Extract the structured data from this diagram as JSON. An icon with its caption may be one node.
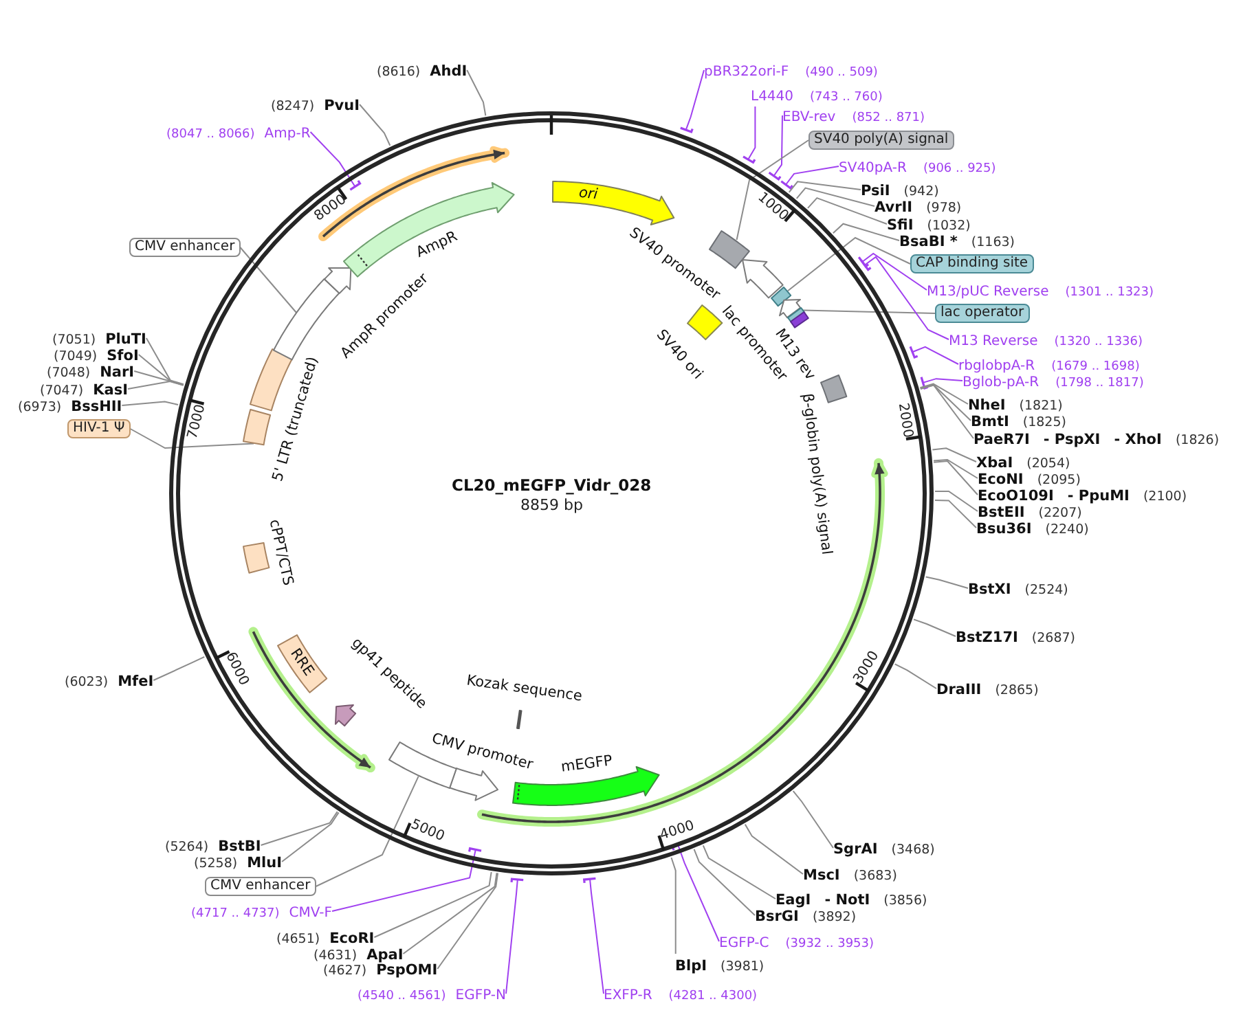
{
  "diagram": {
    "title": "CL20_mEGFP_Vidr_028",
    "nodes": [
      {
        "text": [],
        "shape": "circle"
      },
      {
        "text": [
          "ori"
        ],
        "in": 0
      },
      {
        "text": [],
        "shape": "box",
        "in": 0
      },
      {
        "text": [
          "SV40 promoter"
        ],
        "in": 0
      },
      {
        "text": [
          "SV40 ori"
        ],
        "in": 0
      },
      {
        "text": [],
        "shape": "box",
        "in": 0
      },
      {
        "text": [
          "lac promoter"
        ],
        "in": 0
      },
      {
        "text": [],
        "shape": "box",
        "in": 0
      },
      {
        "text": [
          "M13 rev"
        ],
        "in": 0
      },
      {
        "text": [
          "β-globin poly(A) signal"
        ],
        "in": 0
      },
      {
        "text": [
          "mEGFP"
        ],
        "in": 0
      },
      {
        "text": [
          "Kozak sequence"
        ],
        "in": 0
      },
      {
        "text": [
          "CMV promoter"
        ],
        "in": 0
      },
      {
        "text": [],
        "shape": "box",
        "in": 0
      },
      {
        "text": [
          "gp41 peptide"
        ],
        "in": 0
      },
      {
        "text": [
          "RRE"
        ],
        "in": 0
      },
      {
        "text": [
          "cPPT/CTS"
        ],
        "in": 0
      },
      {
        "text": [],
        "shape": "box",
        "in": 0
      },
      {
        "text": [
          "5' LTR (truncated)"
        ],
        "in": 0
      },
      {
        "text": [],
        "shape": "box",
        "in": 0
      },
      {
        "text": [
          "AmpR promoter"
        ],
        "in": 0
      },
      {
        "text": [
          "AmpR"
        ],
        "in": 0
      },
      {
        "text": [
          "pBR322ori-F",
          "(490 .. 509)"
        ]
      },
      {
        "text": [
          "L4440",
          "(743 .. 760)"
        ]
      },
      {
        "text": [
          "EBV-rev",
          "(852 .. 871)"
        ]
      },
      {
        "text": [
          "SV40 poly(A) signal"
        ]
      },
      {
        "text": [
          "SV40pA-R",
          "(906 .. 925)"
        ]
      },
      {
        "text": [
          "PsiI",
          "(942)"
        ]
      },
      {
        "text": [
          "AvrII",
          "(978)"
        ]
      },
      {
        "text": [
          "SfiI",
          "(1032)"
        ]
      },
      {
        "text": [
          "BsaBI *",
          "(1163)"
        ]
      },
      {
        "text": [
          "CAP binding site"
        ]
      },
      {
        "text": [
          "M13/pUC Reverse",
          "(1301 .. 1323)"
        ]
      },
      {
        "text": [
          "lac operator"
        ]
      },
      {
        "text": [
          "M13 Reverse",
          "(1320 .. 1336)"
        ]
      },
      {
        "text": [
          "rbglobpA-R",
          "(1679 .. 1698)"
        ]
      },
      {
        "text": [
          "Bglob-pA-R",
          "(1798 .. 1817)"
        ]
      },
      {
        "text": [
          "NheI",
          "(1821)"
        ]
      },
      {
        "text": [
          "BmtI",
          "(1825)"
        ]
      },
      {
        "text": [
          "PaeR7I",
          "- PspXI",
          "- XhoI",
          "(1826)"
        ]
      },
      {
        "text": [
          "XbaI",
          "(2054)"
        ]
      },
      {
        "text": [
          "EcoNI",
          "(2095)"
        ]
      },
      {
        "text": [
          "EcoO109I",
          "- PpuMI",
          "(2100)"
        ]
      },
      {
        "text": [
          "BstEII",
          "(2207)"
        ]
      },
      {
        "text": [
          "Bsu36I",
          "(2240)"
        ]
      },
      {
        "text": [
          "BstXI",
          "(2524)"
        ]
      },
      {
        "text": [
          "BstZ17I",
          "(2687)"
        ]
      },
      {
        "text": [
          "DraIII",
          "(2865)"
        ]
      },
      {
        "text": [
          "SgrAI",
          "(3468)"
        ]
      },
      {
        "text": [
          "MscI",
          "(3683)"
        ]
      },
      {
        "text": [
          "EagI",
          "- NotI",
          "(3856)"
        ]
      },
      {
        "text": [
          "BsrGI",
          "(3892)"
        ]
      },
      {
        "text": [
          "EGFP-C",
          "(3932 .. 3953)"
        ]
      },
      {
        "text": [
          "BlpI",
          "(3981)"
        ]
      },
      {
        "text": [
          "EXFP-R",
          "(4281 .. 4300)"
        ]
      },
      {
        "text": [
          "(4540 .. 4561)",
          "EGFP-N"
        ]
      },
      {
        "text": [
          "(4627)",
          "PspOMI"
        ]
      },
      {
        "text": [
          "(4631)",
          "ApaI"
        ]
      },
      {
        "text": [
          "(4651)",
          "EcoRI"
        ]
      },
      {
        "text": [
          "(4717 .. 4737)",
          "CMV-F"
        ]
      },
      {
        "text": [
          "CMV enhancer"
        ]
      },
      {
        "text": [
          "(5258)",
          "MluI"
        ]
      },
      {
        "text": [
          "(5264)",
          "BstBI"
        ]
      },
      {
        "text": [
          "(6023)",
          "MfeI"
        ]
      },
      {
        "text": [
          "HIV-1 Ψ"
        ]
      },
      {
        "text": [
          "(6973)",
          "BssHII"
        ]
      },
      {
        "text": [
          "(7047)",
          "KasI"
        ]
      },
      {
        "text": [
          "(7048)",
          "NarI"
        ]
      },
      {
        "text": [
          "(7049)",
          "SfoI"
        ]
      },
      {
        "text": [
          "(7051)",
          "PluTI"
        ]
      },
      {
        "text": [
          "CMV enhancer"
        ]
      },
      {
        "text": [
          "(8047 .. 8066)",
          "Amp-R"
        ]
      },
      {
        "text": [
          "(8247)",
          "PvuI"
        ]
      },
      {
        "text": [
          "(8616)",
          "AhdI"
        ]
      }
    ],
    "edges": [
      {
        "from": 22,
        "to": 0,
        "arrow": "other",
        "color": "#a040f0"
      },
      {
        "from": 23,
        "to": 0,
        "arrow": "other",
        "color": "#a040f0"
      },
      {
        "from": 24,
        "to": 0,
        "arrow": "other",
        "color": "#a040f0"
      },
      {
        "from": 25,
        "to": 2,
        "arrow": "none"
      },
      {
        "from": 26,
        "to": 0,
        "arrow": "other",
        "color": "#a040f0"
      },
      {
        "from": 27,
        "to": 0,
        "arrow": "none"
      },
      {
        "from": 28,
        "to": 0,
        "arrow": "none"
      },
      {
        "from": 29,
        "to": 0,
        "arrow": "none"
      },
      {
        "from": 30,
        "to": 0,
        "arrow": "none"
      },
      {
        "from": 31,
        "to": 5,
        "arrow": "none"
      },
      {
        "from": 32,
        "to": 0,
        "arrow": "other",
        "color": "#a040f0"
      },
      {
        "from": 33,
        "to": 7,
        "arrow": "none"
      },
      {
        "from": 34,
        "to": 0,
        "arrow": "other",
        "color": "#a040f0"
      },
      {
        "from": 35,
        "to": 0,
        "arrow": "other",
        "color": "#a040f0"
      },
      {
        "from": 36,
        "to": 0,
        "arrow": "other",
        "color": "#a040f0"
      },
      {
        "from": 37,
        "to": 0,
        "arrow": "none"
      },
      {
        "from": 38,
        "to": 0,
        "arrow": "none"
      },
      {
        "from": 39,
        "to": 0,
        "arrow": "none"
      },
      {
        "from": 40,
        "to": 0,
        "arrow": "none"
      },
      {
        "from": 41,
        "to": 0,
        "arrow": "none"
      },
      {
        "from": 42,
        "to": 0,
        "arrow": "none"
      },
      {
        "from": 43,
        "to": 0,
        "arrow": "none"
      },
      {
        "from": 44,
        "to": 0,
        "arrow": "none"
      },
      {
        "from": 45,
        "to": 0,
        "arrow": "none"
      },
      {
        "from": 46,
        "to": 0,
        "arrow": "none"
      },
      {
        "from": 47,
        "to": 0,
        "arrow": "none"
      },
      {
        "from": 48,
        "to": 0,
        "arrow": "none"
      },
      {
        "from": 49,
        "to": 0,
        "arrow": "none"
      },
      {
        "from": 50,
        "to": 0,
        "arrow": "none"
      },
      {
        "from": 51,
        "to": 0,
        "arrow": "none"
      },
      {
        "from": 52,
        "to": 0,
        "arrow": "other",
        "color": "#a040f0"
      },
      {
        "from": 53,
        "to": 0,
        "arrow": "none"
      },
      {
        "from": 54,
        "to": 0,
        "arrow": "other",
        "color": "#a040f0"
      },
      {
        "from": 55,
        "to": 0,
        "arrow": "other",
        "color": "#a040f0"
      },
      {
        "from": 56,
        "to": 0,
        "arrow": "none"
      },
      {
        "from": 57,
        "to": 0,
        "arrow": "none"
      },
      {
        "from": 58,
        "to": 0,
        "arrow": "none"
      },
      {
        "from": 59,
        "to": 0,
        "arrow": "other",
        "color": "#a040f0"
      },
      {
        "from": 60,
        "to": 13,
        "arrow": "none"
      },
      {
        "from": 61,
        "to": 0,
        "arrow": "none"
      },
      {
        "from": 62,
        "to": 0,
        "arrow": "none"
      },
      {
        "from": 63,
        "to": 0,
        "arrow": "none"
      },
      {
        "from": 64,
        "to": 17,
        "arrow": "none"
      },
      {
        "from": 65,
        "to": 0,
        "arrow": "none"
      },
      {
        "from": 66,
        "to": 0,
        "arrow": "none"
      },
      {
        "from": 67,
        "to": 0,
        "arrow": "none"
      },
      {
        "from": 68,
        "to": 0,
        "arrow": "none"
      },
      {
        "from": 69,
        "to": 0,
        "arrow": "none"
      },
      {
        "from": 70,
        "to": 19,
        "arrow": "none"
      },
      {
        "from": 71,
        "to": 0,
        "arrow": "other",
        "color": "#a040f0"
      },
      {
        "from": 72,
        "to": 0,
        "arrow": "none"
      },
      {
        "from": 73,
        "to": 0,
        "arrow": "none"
      }
    ],
    "labels": [
      "8859 bp",
      "1000",
      "2000",
      "3000",
      "4000",
      "5000",
      "6000",
      "7000",
      "8000"
    ]
  }
}
